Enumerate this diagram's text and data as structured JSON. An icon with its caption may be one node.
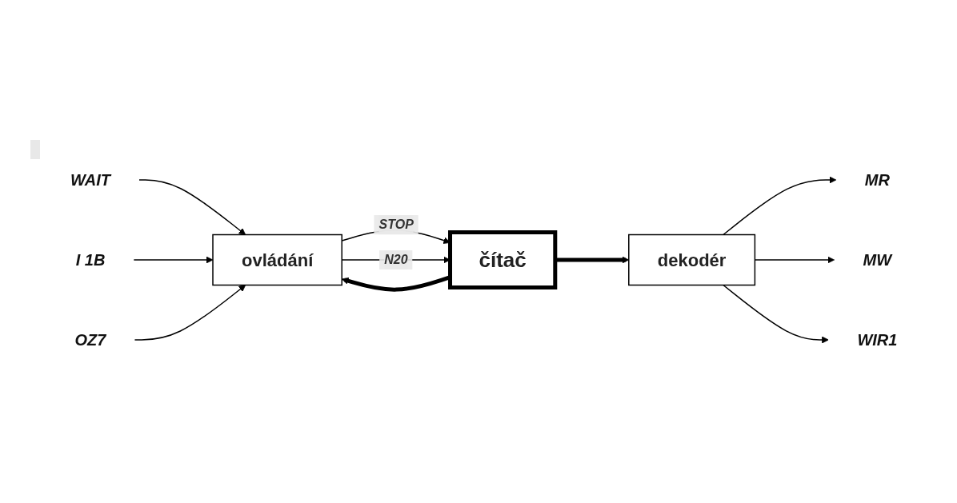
{
  "diagram": {
    "nodes": [
      {
        "text": [
          "dekodér"
        ]
      },
      {
        "text": [
          "ovládání"
        ]
      },
      {
        "text": [
          "čítač"
        ]
      },
      {
        "text": [
          "MR"
        ]
      },
      {
        "text": [
          "MW"
        ]
      },
      {
        "text": [
          "WIR1"
        ]
      },
      {
        "text": [
          "WAIT"
        ]
      },
      {
        "text": [
          "I 1B"
        ]
      },
      {
        "text": [
          "OZ7"
        ]
      }
    ],
    "edges": [
      {
        "from": 6,
        "to": 1,
        "arrow": "to"
      },
      {
        "from": 7,
        "to": 1,
        "arrow": "to"
      },
      {
        "from": 8,
        "to": 1,
        "arrow": "to"
      },
      {
        "from": 1,
        "to": 2,
        "arrow": "to",
        "label": "STOP"
      },
      {
        "from": 1,
        "to": 2,
        "arrow": "to",
        "label": "N20"
      },
      {
        "from": 2,
        "to": 0,
        "arrow": "to",
        "style": "thick"
      },
      {
        "from": 2,
        "to": 1,
        "arrow": "to",
        "style": "thick"
      },
      {
        "from": 0,
        "to": 3,
        "arrow": "to"
      },
      {
        "from": 0,
        "to": 4,
        "arrow": "to"
      },
      {
        "from": 0,
        "to": 5,
        "arrow": "to"
      }
    ]
  }
}
